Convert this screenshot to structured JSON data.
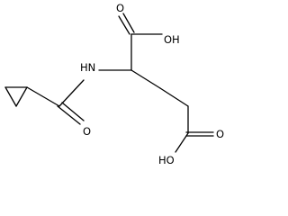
{
  "molecule": {
    "atoms": {
      "o_top": "O",
      "oh_top": "OH",
      "nh": "HN",
      "o_amide": "O",
      "o_bottom": "O",
      "oh_bottom": "HO"
    },
    "colors": {
      "bond": "#000000",
      "label": "#000000",
      "background": "#ffffff"
    }
  }
}
